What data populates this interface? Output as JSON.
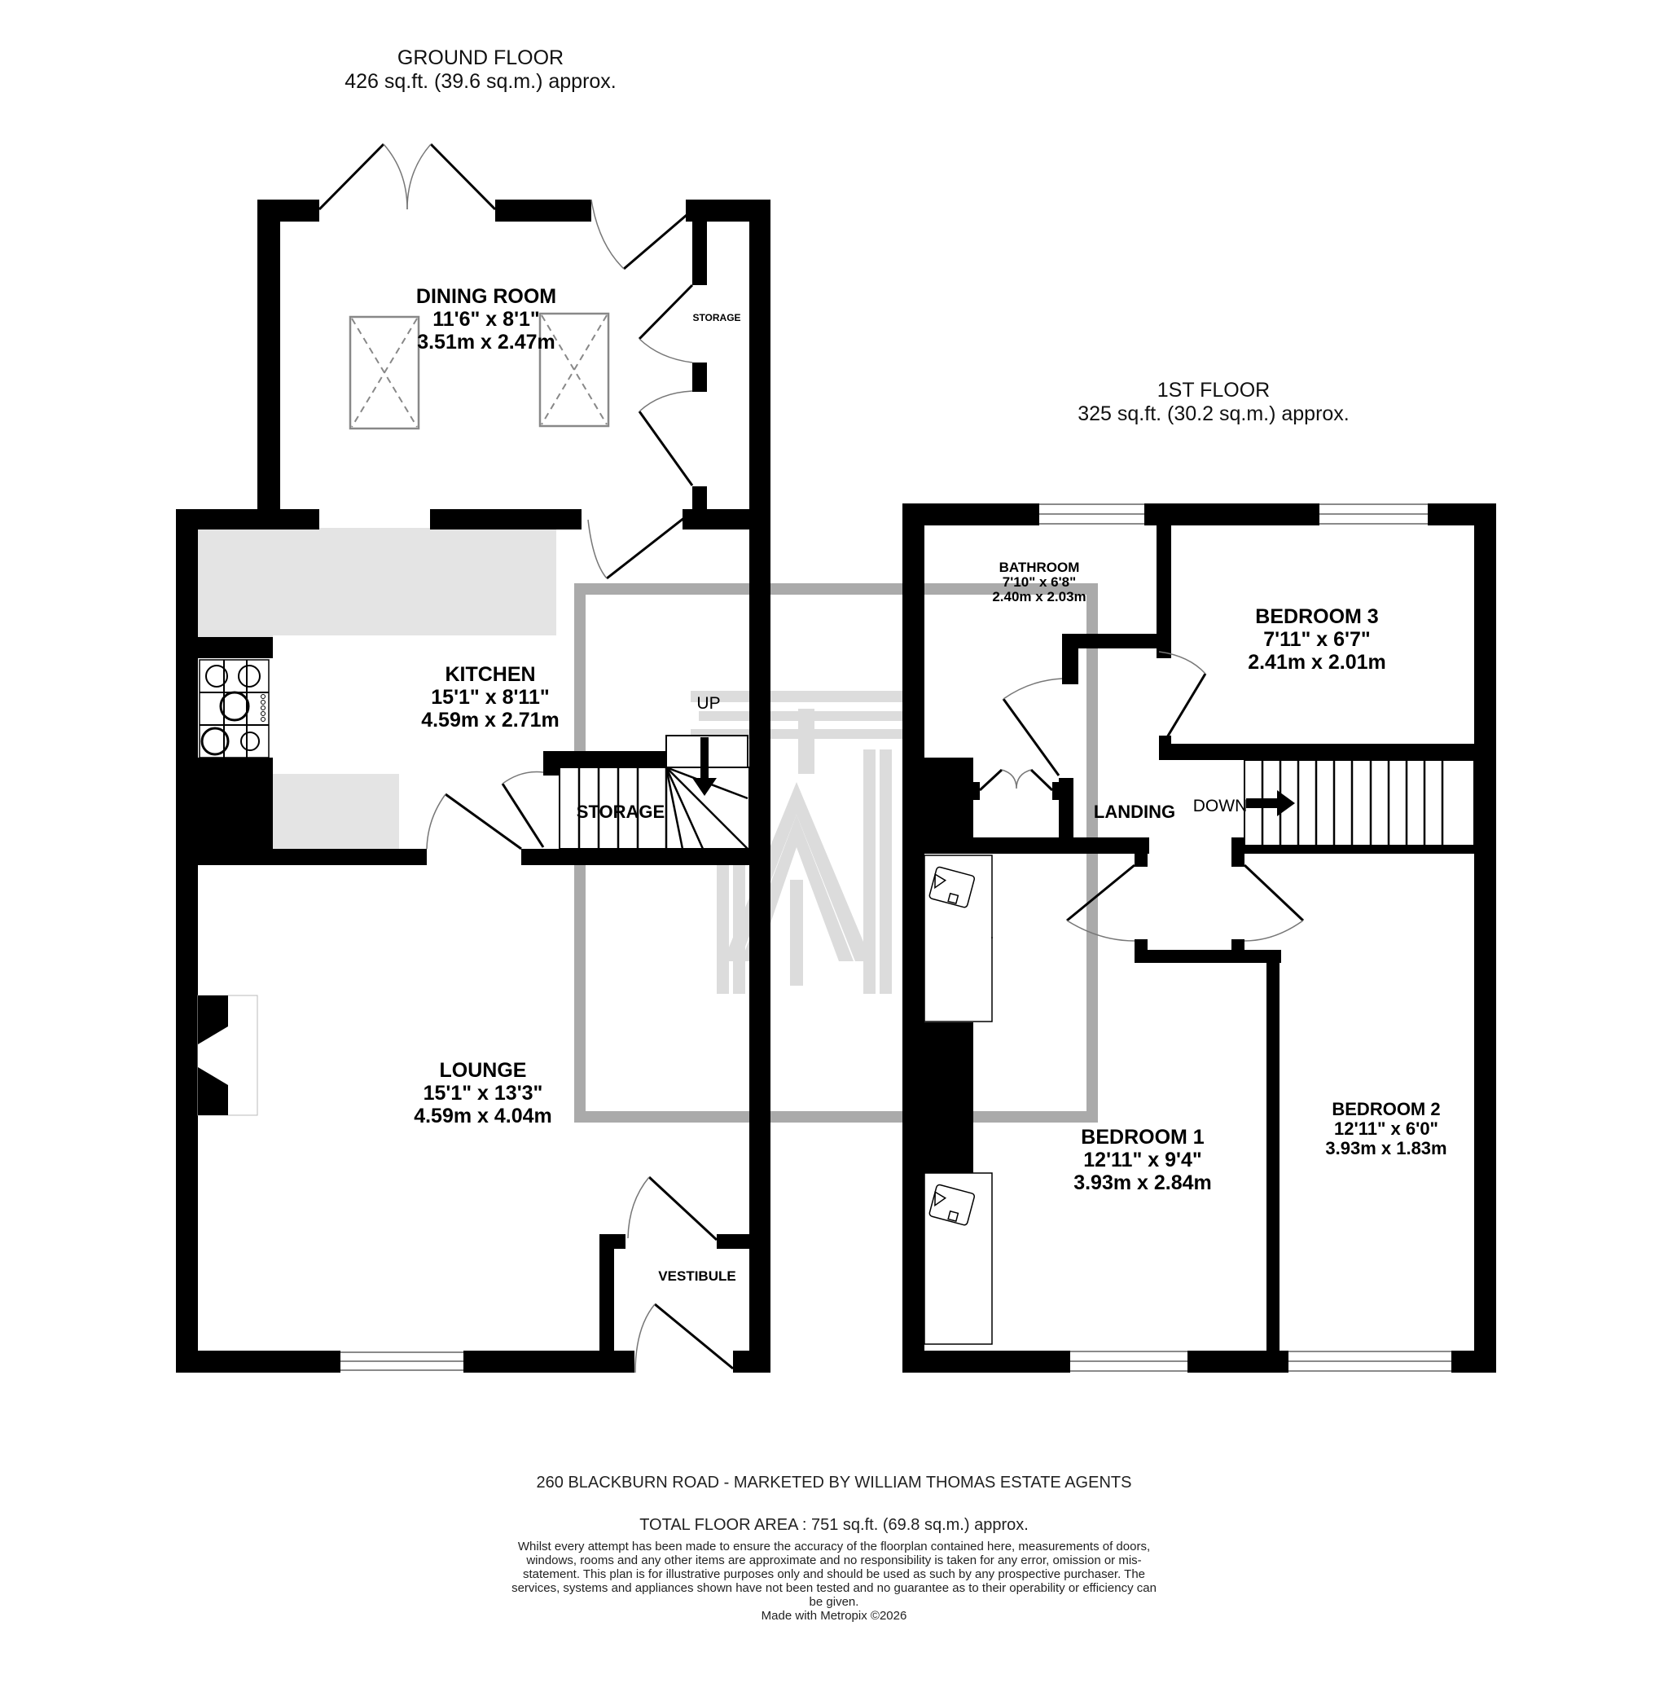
{
  "ground_floor": {
    "heading": "GROUND FLOOR",
    "area": "426 sq.ft. (39.6 sq.m.) approx.",
    "rooms": {
      "dining_room": {
        "name": "DINING ROOM",
        "imperial": "11'6\"  x 8'1\"",
        "metric": "3.51m  x 2.47m"
      },
      "storage_dining": {
        "name": "STORAGE"
      },
      "kitchen": {
        "name": "KITCHEN",
        "imperial": "15'1\"  x 8'11\"",
        "metric": "4.59m  x 2.71m"
      },
      "storage_stairs": {
        "name": "STORAGE"
      },
      "lounge": {
        "name": "LOUNGE",
        "imperial": "15'1\"  x 13'3\"",
        "metric": "4.59m  x 4.04m"
      },
      "vestibule": {
        "name": "VESTIBULE"
      }
    },
    "stair_label": "UP"
  },
  "first_floor": {
    "heading": "1ST FLOOR",
    "area": "325 sq.ft. (30.2 sq.m.) approx.",
    "rooms": {
      "bathroom": {
        "name": "BATHROOM",
        "imperial": "7'10\"  x 6'8\"",
        "metric": "2.40m  x 2.03m"
      },
      "bedroom_3": {
        "name": "BEDROOM 3",
        "imperial": "7'11\"  x 6'7\"",
        "metric": "2.41m  x 2.01m"
      },
      "landing": {
        "name": "LANDING"
      },
      "bedroom_1": {
        "name": "BEDROOM 1",
        "imperial": "12'11\"  x 9'4\"",
        "metric": "3.93m  x 2.84m"
      },
      "bedroom_2": {
        "name": "BEDROOM 2",
        "imperial": "12'11\"  x 6'0\"",
        "metric": "3.93m  x 1.83m"
      }
    },
    "stair_label": "DOWN"
  },
  "footer": {
    "address": "260 BLACKBURN ROAD - MARKETED BY WILLIAM THOMAS ESTATE AGENTS",
    "total_area": "TOTAL FLOOR AREA : 751 sq.ft. (69.8 sq.m.) approx.",
    "disclaimer": "Whilst every attempt has been made to ensure the accuracy of the floorplan contained here, measurements of doors, windows, rooms and any other items are approximate and no responsibility is taken for any error, omission or mis-statement. This plan is for illustrative purposes only and should be used as such by any prospective purchaser. The services, systems and appliances shown have not been tested and no guarantee as to their operability or efficiency can be given.",
    "credit": "Made with Metropix ©2026"
  },
  "colors": {
    "wall": "#000000",
    "worktop": "#e4e4e4",
    "watermark": "#d6d6d6",
    "watermark_frame": "#aaaaaa",
    "window": "#8a8a8a"
  }
}
